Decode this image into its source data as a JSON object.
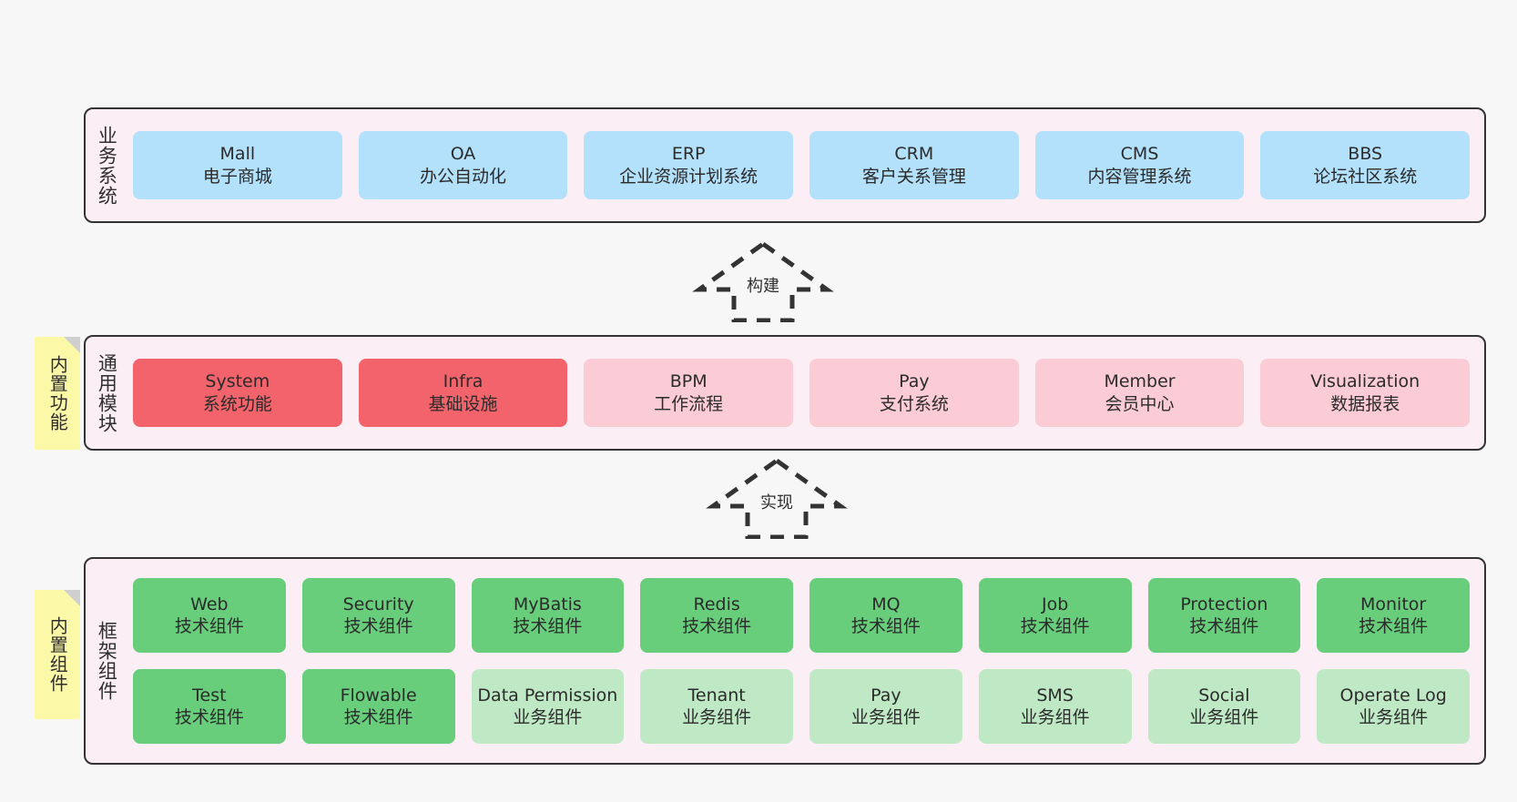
{
  "diagram": {
    "title": "",
    "background": "#f7f7f7",
    "colors": {
      "layer_bg": "#fbeef5",
      "layer_border": "#333333",
      "blue": "#b3e0fb",
      "red": "#f2636b",
      "pink": "#fbccd6",
      "green": "#68ce7c",
      "light_green": "#bfe9c5",
      "note": "#fbf8a8",
      "note_fold": "#cfcfcf"
    }
  },
  "layers": [
    {
      "key": "business",
      "title": "业务系统",
      "note": null,
      "rows": [
        {
          "cards": [
            {
              "en": "Mall",
              "cn": "电子商城",
              "color": "blue"
            },
            {
              "en": "OA",
              "cn": "办公自动化",
              "color": "blue"
            },
            {
              "en": "ERP",
              "cn": "企业资源计划系统",
              "color": "blue"
            },
            {
              "en": "CRM",
              "cn": "客户关系管理",
              "color": "blue"
            },
            {
              "en": "CMS",
              "cn": "内容管理系统",
              "color": "blue"
            },
            {
              "en": "BBS",
              "cn": "论坛社区系统",
              "color": "blue"
            }
          ]
        }
      ]
    },
    {
      "key": "common",
      "title": "通用模块",
      "note": "内置功能",
      "rows": [
        {
          "cards": [
            {
              "en": "System",
              "cn": "系统功能",
              "color": "red"
            },
            {
              "en": "Infra",
              "cn": "基础设施",
              "color": "red"
            },
            {
              "en": "BPM",
              "cn": "工作流程",
              "color": "pink"
            },
            {
              "en": "Pay",
              "cn": "支付系统",
              "color": "pink"
            },
            {
              "en": "Member",
              "cn": "会员中心",
              "color": "pink"
            },
            {
              "en": "Visualization",
              "cn": "数据报表",
              "color": "pink"
            }
          ]
        }
      ]
    },
    {
      "key": "framework",
      "title": "框架组件",
      "note": "内置组件",
      "rows": [
        {
          "cards": [
            {
              "en": "Web",
              "cn": "技术组件",
              "color": "green"
            },
            {
              "en": "Security",
              "cn": "技术组件",
              "color": "green"
            },
            {
              "en": "MyBatis",
              "cn": "技术组件",
              "color": "green"
            },
            {
              "en": "Redis",
              "cn": "技术组件",
              "color": "green"
            },
            {
              "en": "MQ",
              "cn": "技术组件",
              "color": "green"
            },
            {
              "en": "Job",
              "cn": "技术组件",
              "color": "green"
            },
            {
              "en": "Protection",
              "cn": "技术组件",
              "color": "green"
            },
            {
              "en": "Monitor",
              "cn": "技术组件",
              "color": "green"
            }
          ]
        },
        {
          "cards": [
            {
              "en": "Test",
              "cn": "技术组件",
              "color": "green"
            },
            {
              "en": "Flowable",
              "cn": "技术组件",
              "color": "green"
            },
            {
              "en": "Data Permission",
              "cn": "业务组件",
              "color": "light_green"
            },
            {
              "en": "Tenant",
              "cn": "业务组件",
              "color": "light_green"
            },
            {
              "en": "Pay",
              "cn": "业务组件",
              "color": "light_green"
            },
            {
              "en": "SMS",
              "cn": "业务组件",
              "color": "light_green"
            },
            {
              "en": "Social",
              "cn": "业务组件",
              "color": "light_green"
            },
            {
              "en": "Operate Log",
              "cn": "业务组件",
              "color": "light_green"
            }
          ]
        }
      ]
    }
  ],
  "arrows": [
    {
      "key": "build",
      "label": "构建",
      "direction": "up",
      "style": "dashed-hollow"
    },
    {
      "key": "impl",
      "label": "实现",
      "direction": "up",
      "style": "dashed-hollow"
    }
  ]
}
